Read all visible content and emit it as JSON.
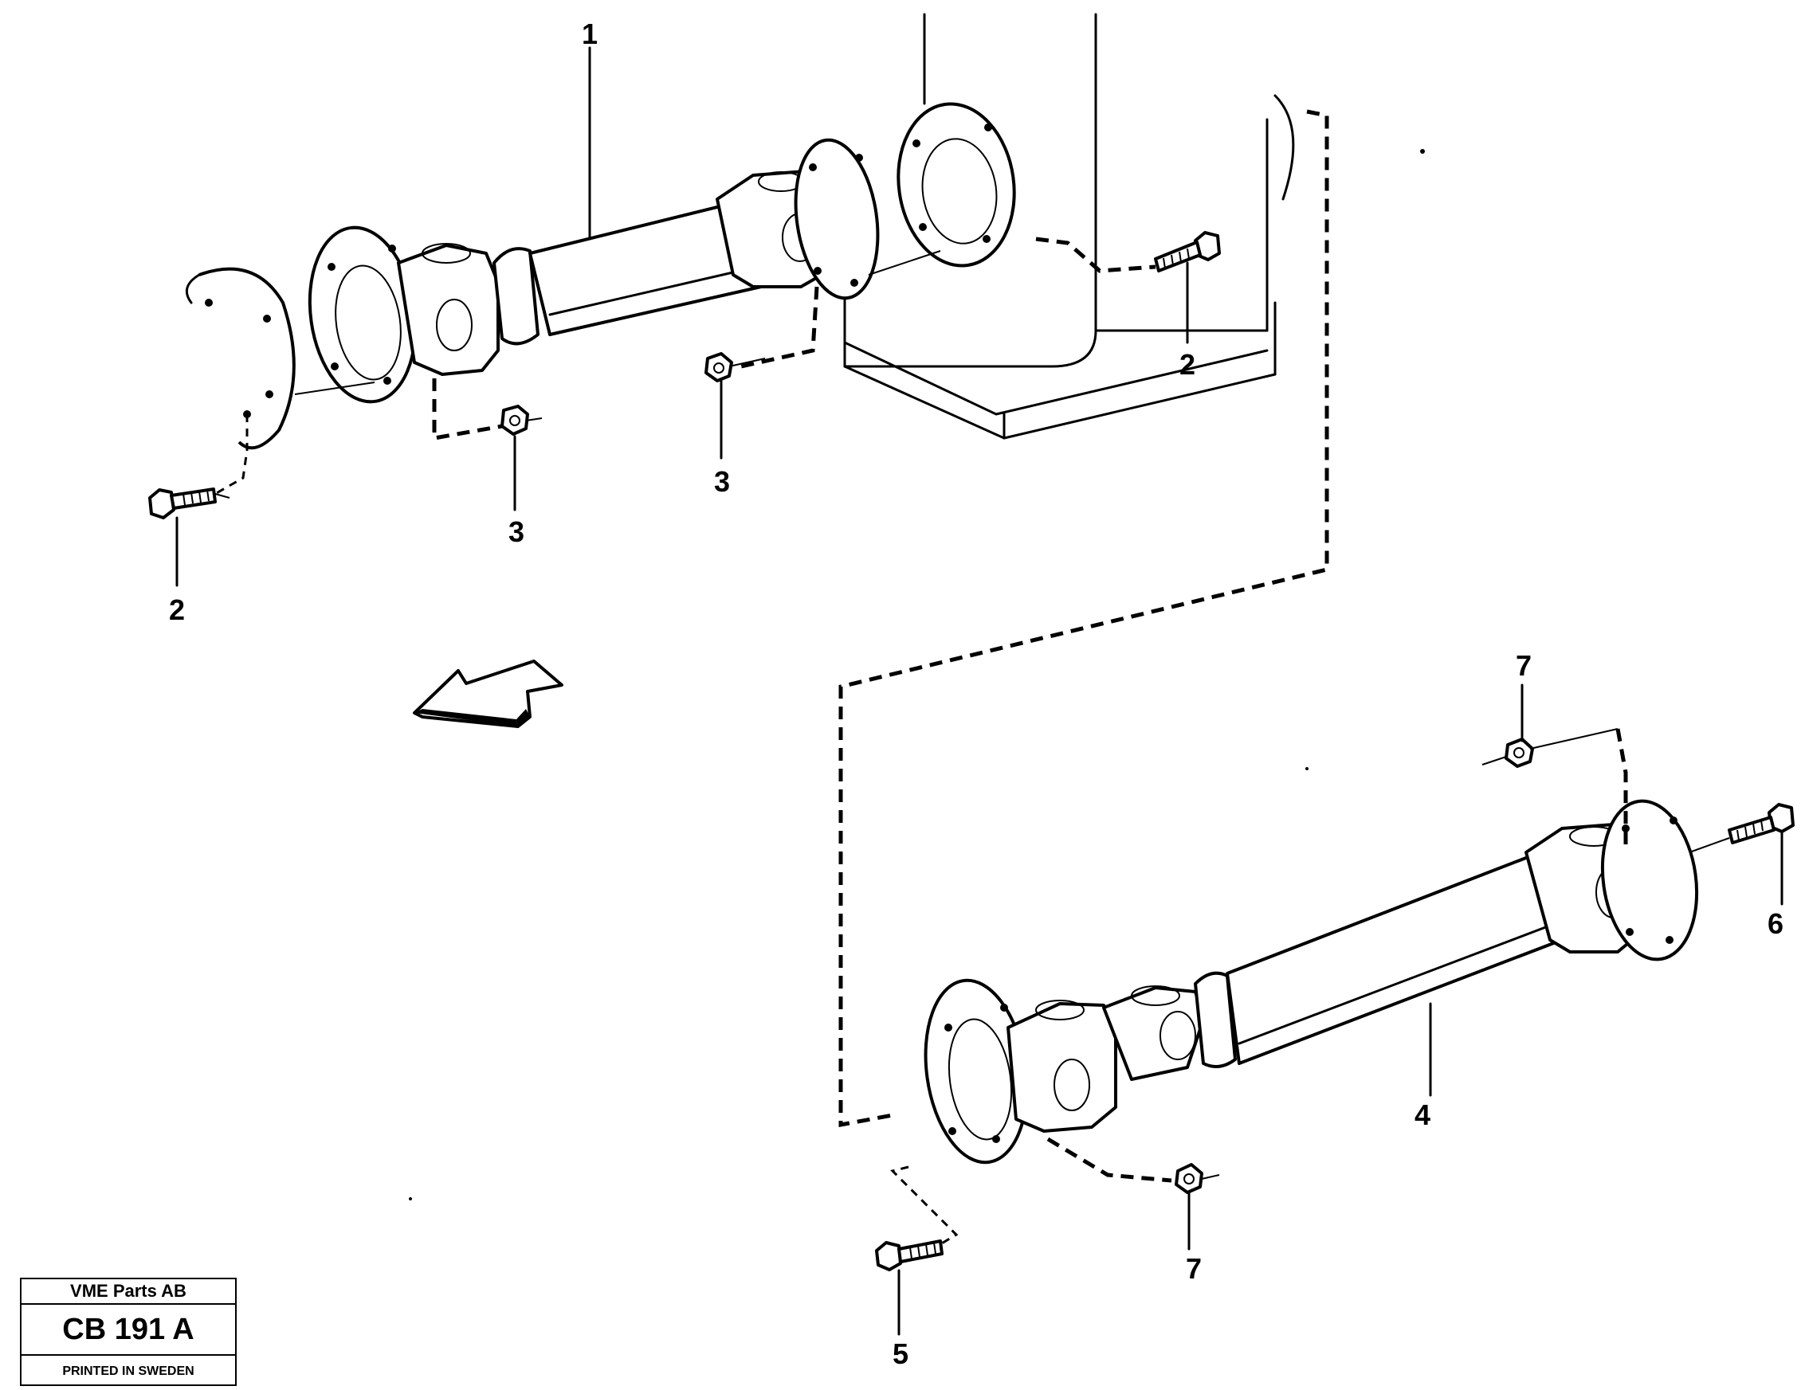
{
  "callouts": {
    "c1": "1",
    "c2a": "2",
    "c2b": "2",
    "c3a": "3",
    "c3b": "3",
    "c4": "4",
    "c5": "5",
    "c6": "6",
    "c7a": "7",
    "c7b": "7"
  },
  "title_block": {
    "company": "VME Parts AB",
    "code": "CB 191 A",
    "note": "PRINTED IN SWEDEN"
  }
}
